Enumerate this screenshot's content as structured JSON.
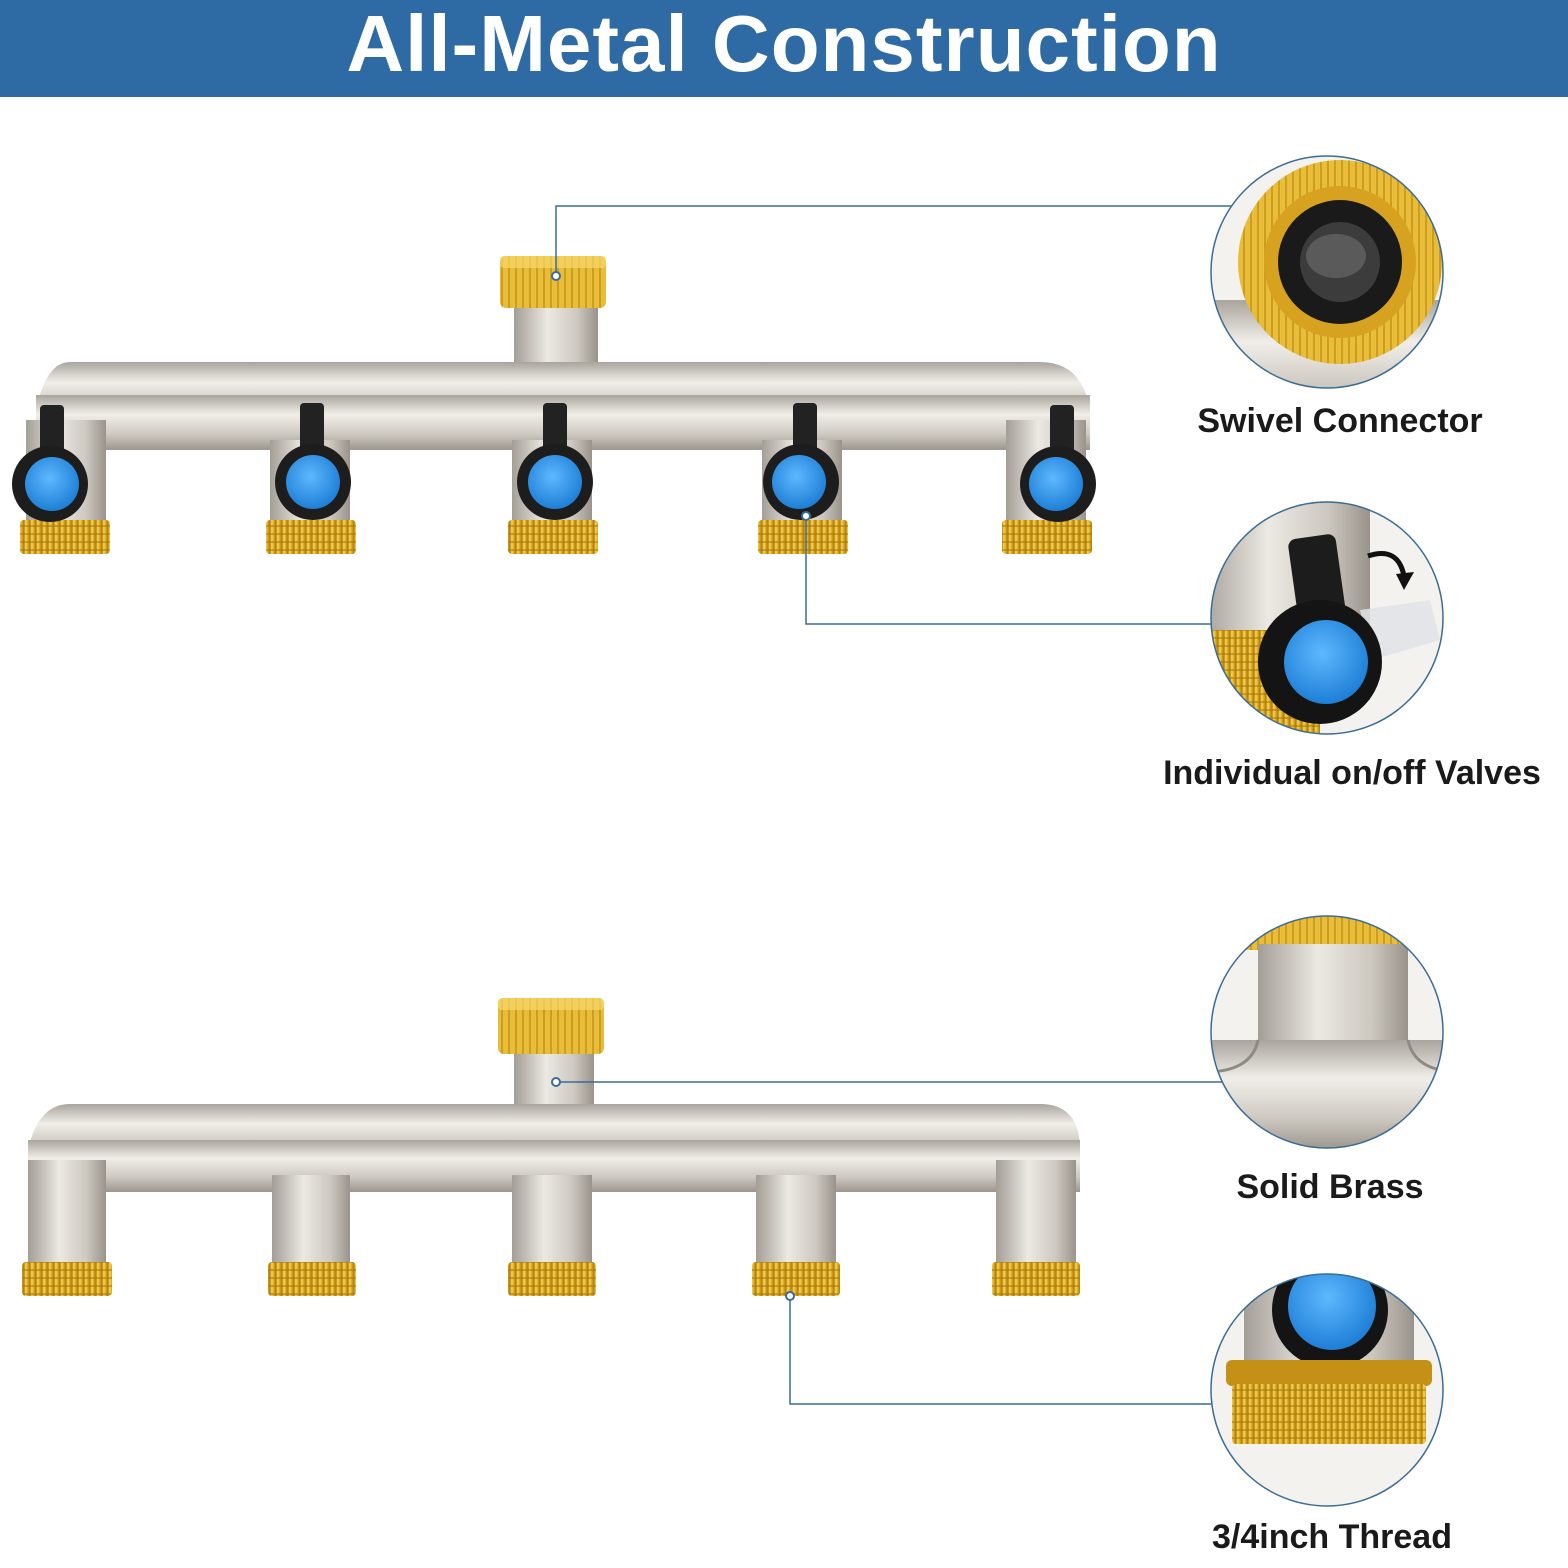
{
  "header": {
    "title": "All-Metal Construction",
    "background_color": "#2e6aa3",
    "text_color": "#ffffff"
  },
  "features": [
    {
      "label": "Swivel Connector",
      "icon": "brass-swivel-nut-closeup"
    },
    {
      "label": "Individual on/off Valves",
      "icon": "valve-lever-with-rotate-arrow"
    },
    {
      "label": "Solid Brass",
      "icon": "nickel-plated-brass-tee-closeup"
    },
    {
      "label": "3/4inch Thread",
      "icon": "brass-male-thread-closeup"
    }
  ],
  "products": [
    {
      "name": "manifold-with-valves",
      "outlets": 5,
      "valve_knob_color": "#1e88e5"
    },
    {
      "name": "manifold-body-only",
      "outlets": 5
    }
  ],
  "colors": {
    "brass": "#e5b52e",
    "nickel": "#d6d2cc",
    "knob_blue": "#2196f3",
    "lever_black": "#1a1a1a",
    "callout_line": "#3a6d96"
  }
}
